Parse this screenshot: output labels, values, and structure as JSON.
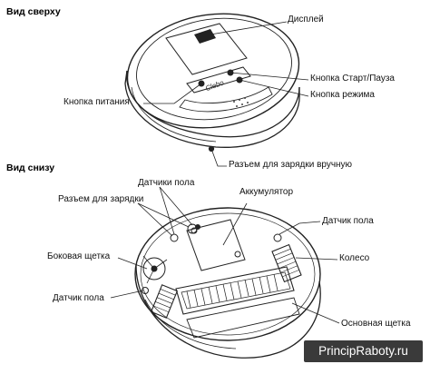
{
  "sections": {
    "top_view": "Вид сверху",
    "bottom_view": "Вид снизу"
  },
  "top_labels": {
    "display": "Дисплей",
    "start_pause": "Кнопка Старт/Пауза",
    "power": "Кнопка питания",
    "mode": "Кнопка режима",
    "manual_charge": "Разъем для зарядки вручную",
    "logo": "Clebo"
  },
  "bottom_labels": {
    "floor_sensors": "Датчики пола",
    "charge_port": "Разъем для зарядки",
    "battery": "Аккумулятор",
    "floor_sensor_right": "Датчик пола",
    "side_brush": "Боковая щетка",
    "wheel": "Колесо",
    "floor_sensor_left": "Датчик пола",
    "main_brush": "Основная щетка"
  },
  "watermark": "PrincipRaboty.ru"
}
